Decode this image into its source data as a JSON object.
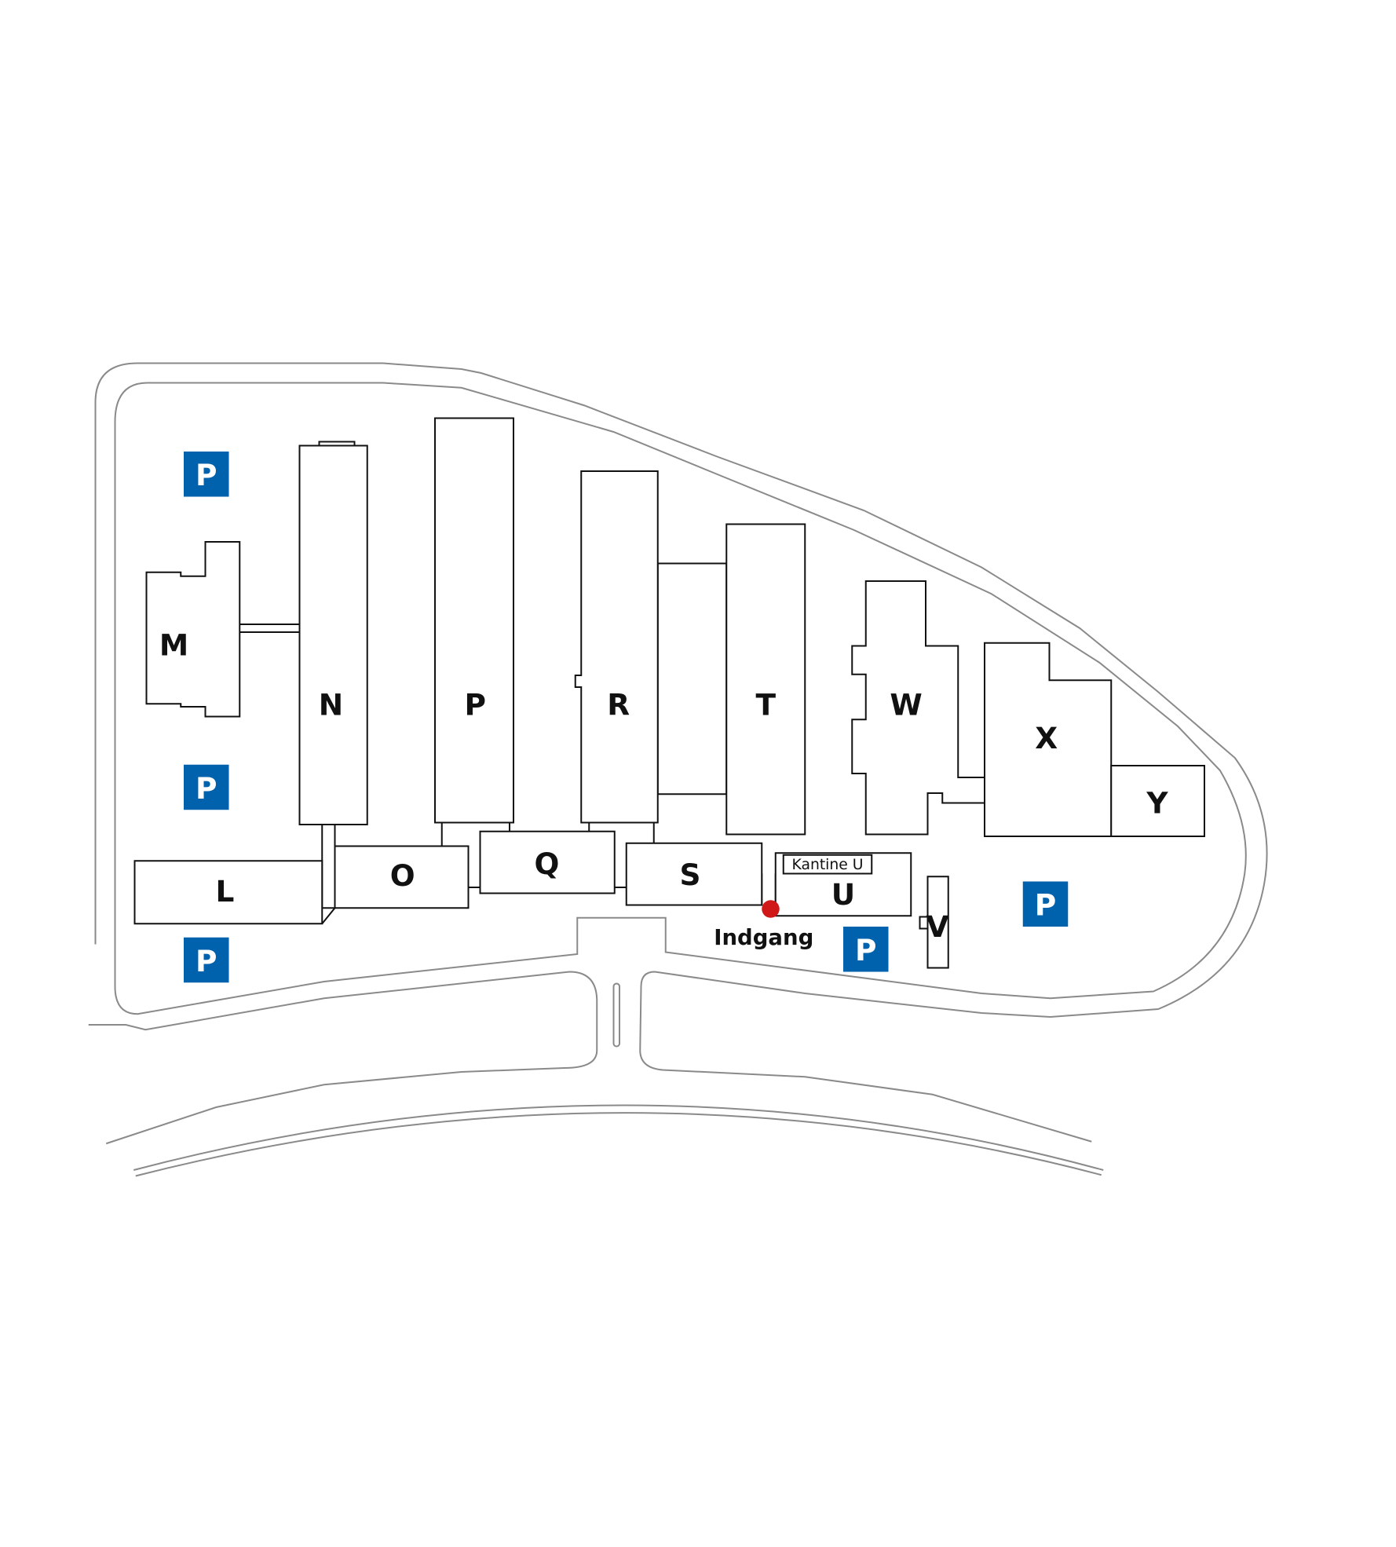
{
  "map": {
    "buildings": {
      "L": "L",
      "M": "M",
      "N": "N",
      "O": "O",
      "P": "P",
      "Q": "Q",
      "R": "R",
      "S": "S",
      "T": "T",
      "U": "U",
      "V": "V",
      "W": "W",
      "X": "X",
      "Y": "Y"
    },
    "canteen_label": "Kantine U",
    "entrance_label": "Indgang",
    "parking_label": "P",
    "colors": {
      "parking": "#0061ad",
      "entrance_dot": "#d01818",
      "building_stroke": "#111111",
      "road_stroke": "#8a8a8a"
    }
  }
}
